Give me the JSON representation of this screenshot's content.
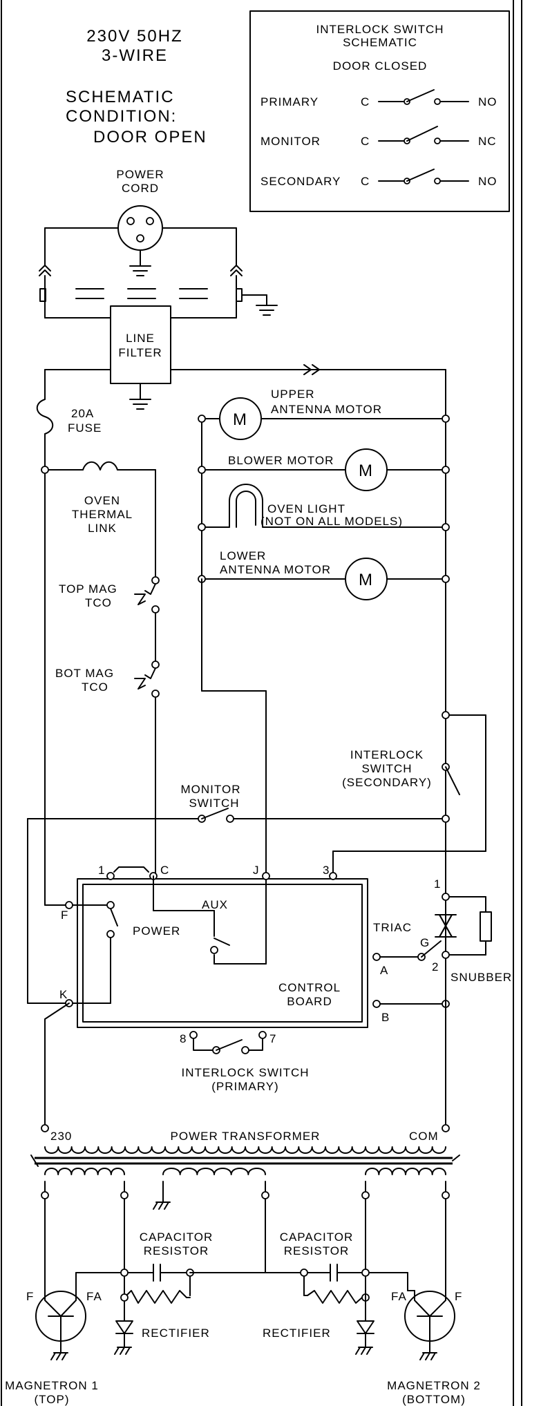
{
  "header": {
    "line1": "230V 50HZ",
    "line2": "3-WIRE",
    "cond1": "SCHEMATIC",
    "cond2": "CONDITION:",
    "cond3": "DOOR OPEN"
  },
  "legend": {
    "title1": "INTERLOCK SWITCH",
    "title2": "SCHEMATIC",
    "title3": "DOOR CLOSED",
    "rows": [
      {
        "name": "PRIMARY",
        "c": "C",
        "end": "NO"
      },
      {
        "name": "MONITOR",
        "c": "C",
        "end": "NC"
      },
      {
        "name": "SECONDARY",
        "c": "C",
        "end": "NO"
      }
    ]
  },
  "labels": {
    "power_cord_1": "POWER",
    "power_cord_2": "CORD",
    "line_filter_1": "LINE",
    "line_filter_2": "FILTER",
    "fuse_1": "20A",
    "fuse_2": "FUSE",
    "thermal_1": "OVEN",
    "thermal_2": "THERMAL",
    "thermal_3": "LINK",
    "top_mag_1": "TOP MAG",
    "top_mag_2": "TCO",
    "bot_mag_1": "BOT MAG",
    "bot_mag_2": "TCO",
    "upper_motor_1": "UPPER",
    "upper_motor_2": "ANTENNA MOTOR",
    "blower_motor": "BLOWER MOTOR",
    "oven_light_1": "OVEN LIGHT",
    "oven_light_2": "(NOT ON ALL MODELS)",
    "lower_motor_1": "LOWER",
    "lower_motor_2": "ANTENNA MOTOR",
    "motor_symbol": "M",
    "interlock_sec_1": "INTERLOCK",
    "interlock_sec_2": "SWITCH",
    "interlock_sec_3": "(SECONDARY)",
    "monitor_1": "MONITOR",
    "monitor_2": "SWITCH",
    "power": "POWER",
    "aux": "AUX",
    "control_1": "CONTROL",
    "control_2": "BOARD",
    "triac": "TRIAC",
    "snubber": "SNUBBER",
    "interlock_pri_1": "INTERLOCK SWITCH",
    "interlock_pri_2": "(PRIMARY)",
    "transformer": "POWER TRANSFORMER",
    "t230": "230",
    "com": "COM",
    "cap_res_1": "CAPACITOR",
    "cap_res_2": "RESISTOR",
    "rectifier": "RECTIFIER",
    "mag1_1": "MAGNETRON 1",
    "mag1_2": "(TOP)",
    "mag2_1": "MAGNETRON 2",
    "mag2_2": "(BOTTOM)",
    "f": "F",
    "fa": "FA",
    "pin_1": "1",
    "pin_c": "C",
    "pin_j": "J",
    "pin_3": "3",
    "pin_f": "F",
    "pin_k": "K",
    "pin_a": "A",
    "pin_b": "B",
    "pin_g": "G",
    "pin_2": "2",
    "pin_8": "8",
    "pin_7": "7"
  }
}
